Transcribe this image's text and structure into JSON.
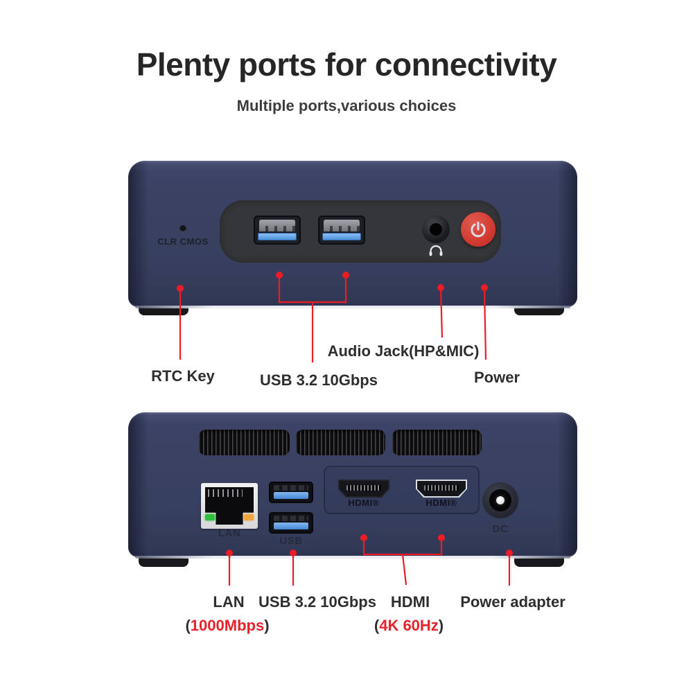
{
  "header": {
    "title": "Plenty ports for connectivity",
    "subtitle": "Multiple ports,various choices"
  },
  "front_view": {
    "clr_cmos_label": "CLR CMOS",
    "callouts": {
      "rtc": {
        "label": "RTC Key"
      },
      "usb": {
        "label": "USB 3.2 10Gbps"
      },
      "audio": {
        "label": "Audio Jack(HP&MIC)"
      },
      "power": {
        "label": "Power"
      }
    }
  },
  "back_view": {
    "lan_port_label": "LAN",
    "usb_port_label": "USB",
    "hdmi_port_label": "HDMI®",
    "dc_port_label": "DC",
    "callouts": {
      "lan": {
        "label": "LAN",
        "detail_open": "(",
        "detail": "1000Mbps",
        "detail_close": ")"
      },
      "usb": {
        "label": "USB 3.2 10Gbps"
      },
      "hdmi": {
        "label": "HDMI",
        "detail_open": "(",
        "detail": "4K 60Hz",
        "detail_close": ")"
      },
      "power": {
        "label": "Power adapter"
      }
    }
  },
  "colors": {
    "accent_red": "#ee1c25",
    "device_navy": "#394060",
    "panel_gray": "#353639",
    "usb_blue": "#5b9de2",
    "power_button_red": "#d23b31",
    "lan_led_green": "#2fbe3a",
    "lan_led_amber": "#eda63e"
  }
}
